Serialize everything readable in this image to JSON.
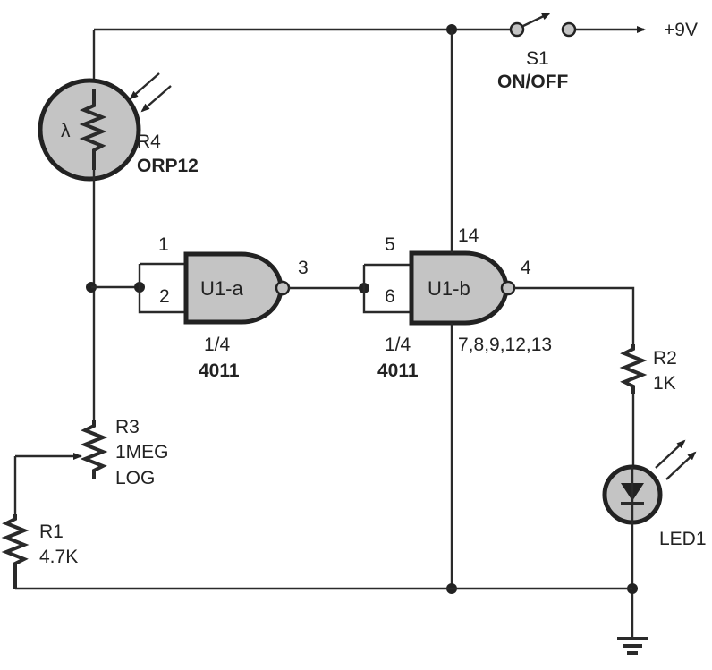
{
  "title": "Light-activated LED switch schematic",
  "supply": {
    "label": "+9V"
  },
  "components": {
    "s1": {
      "ref": "S1",
      "value": "ON/OFF"
    },
    "r4": {
      "ref": "R4",
      "value": "ORP12",
      "symbol": "λ"
    },
    "r3": {
      "ref": "R3",
      "value": "1MEG",
      "taper": "LOG"
    },
    "r1": {
      "ref": "R1",
      "value": "4.7K"
    },
    "r2": {
      "ref": "R2",
      "value": "1K"
    },
    "led1": {
      "ref": "LED1"
    },
    "u1a": {
      "ref": "U1-a",
      "fraction": "1/4",
      "part": "4011",
      "pins": {
        "in1": "1",
        "in2": "2",
        "out": "3"
      }
    },
    "u1b": {
      "ref": "U1-b",
      "fraction": "1/4",
      "part": "4011",
      "pins": {
        "in1": "5",
        "in2": "6",
        "out": "4",
        "vdd": "14",
        "gnd": "7,8,9,12,13"
      }
    }
  }
}
